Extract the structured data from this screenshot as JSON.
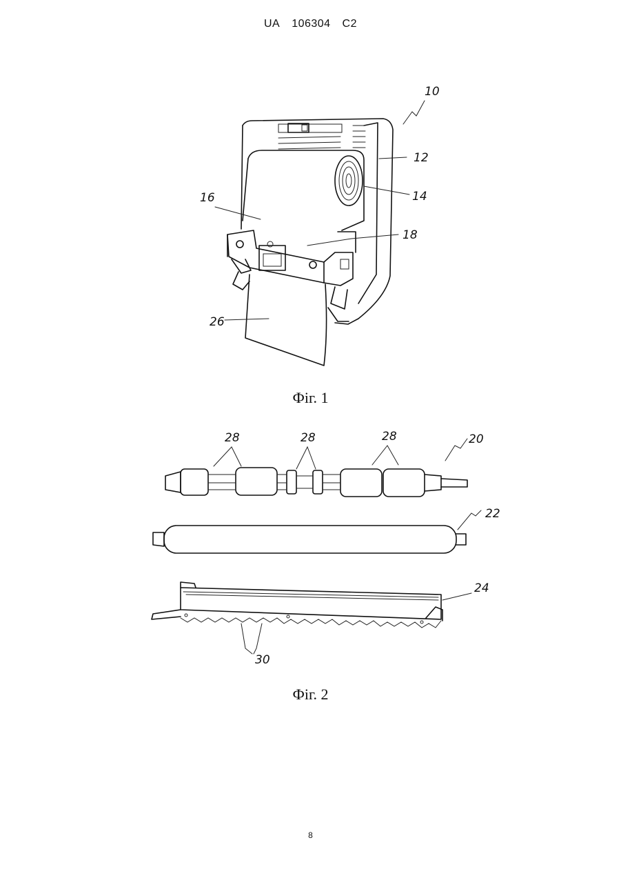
{
  "header": {
    "office": "UA",
    "number": "106304",
    "kind": "C2"
  },
  "figure1": {
    "caption": "Фiг. 1",
    "refs": {
      "r10": "10",
      "r12": "12",
      "r14": "14",
      "r16": "16",
      "r18": "18",
      "r26": "26"
    }
  },
  "figure2": {
    "caption": "Фiг. 2",
    "refs": {
      "r28a": "28",
      "r28b": "28",
      "r28c": "28",
      "r20": "20",
      "r22": "22",
      "r24": "24",
      "r30": "30"
    }
  },
  "page_number": "8"
}
